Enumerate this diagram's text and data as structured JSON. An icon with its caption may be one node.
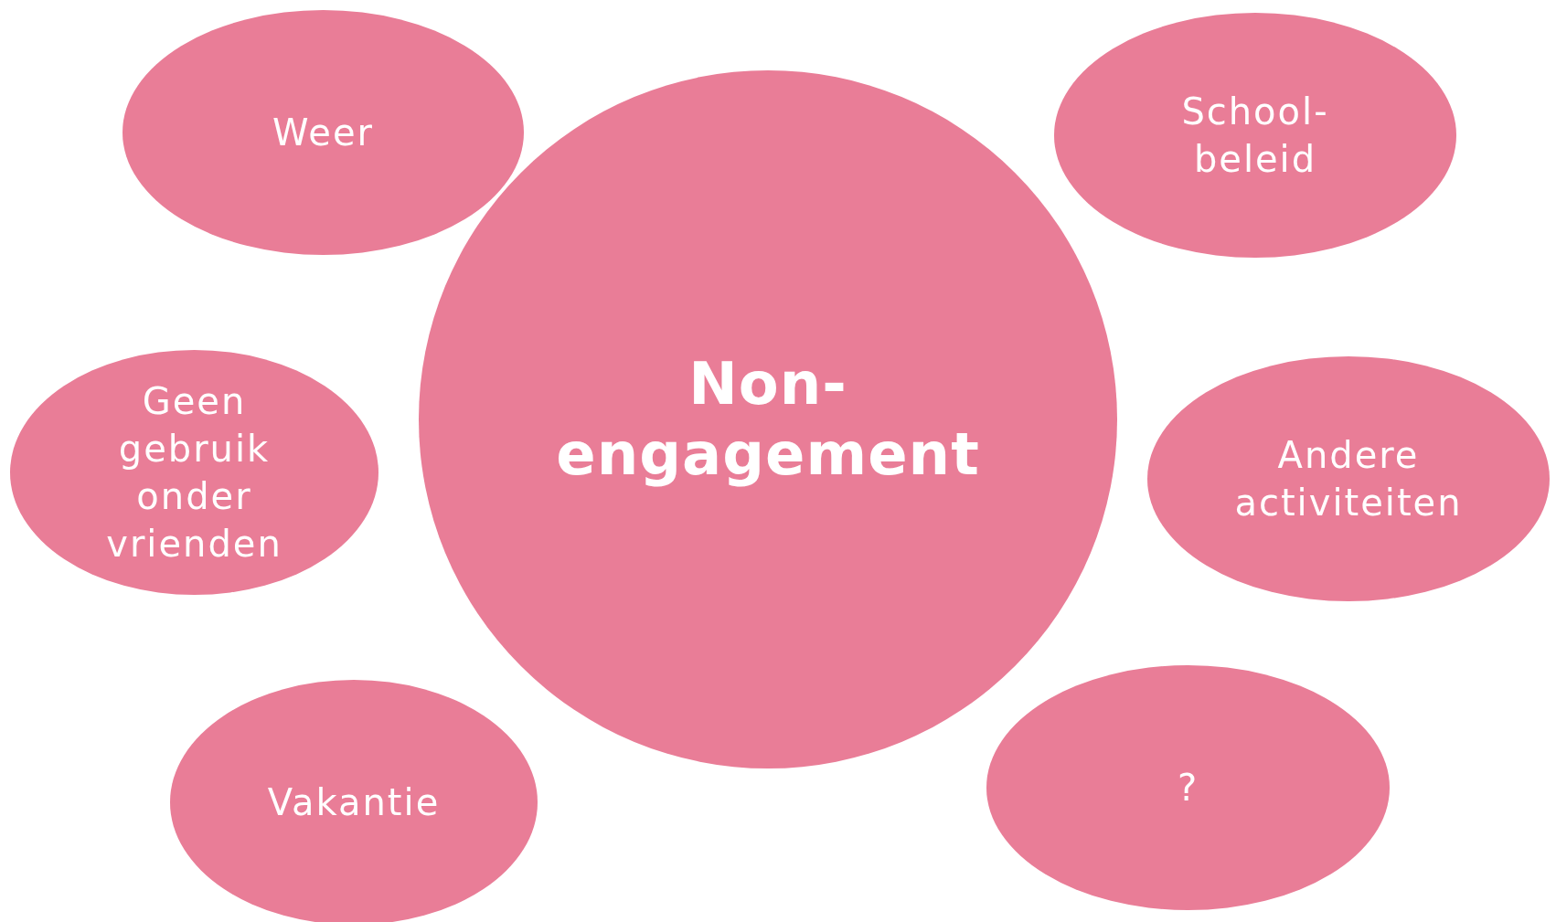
{
  "diagram": {
    "nodes": [
      {
        "text": [
          "Weer"
        ]
      },
      {
        "text": [
          "School-beleid"
        ]
      },
      {
        "text": [
          "Non-engagement"
        ]
      },
      {
        "text": [
          "Geen gebruik onder vrienden"
        ]
      },
      {
        "text": [
          "Andere activiteiten"
        ]
      },
      {
        "text": [
          "Vakantie"
        ]
      },
      {
        "text": [
          "?"
        ]
      }
    ]
  }
}
